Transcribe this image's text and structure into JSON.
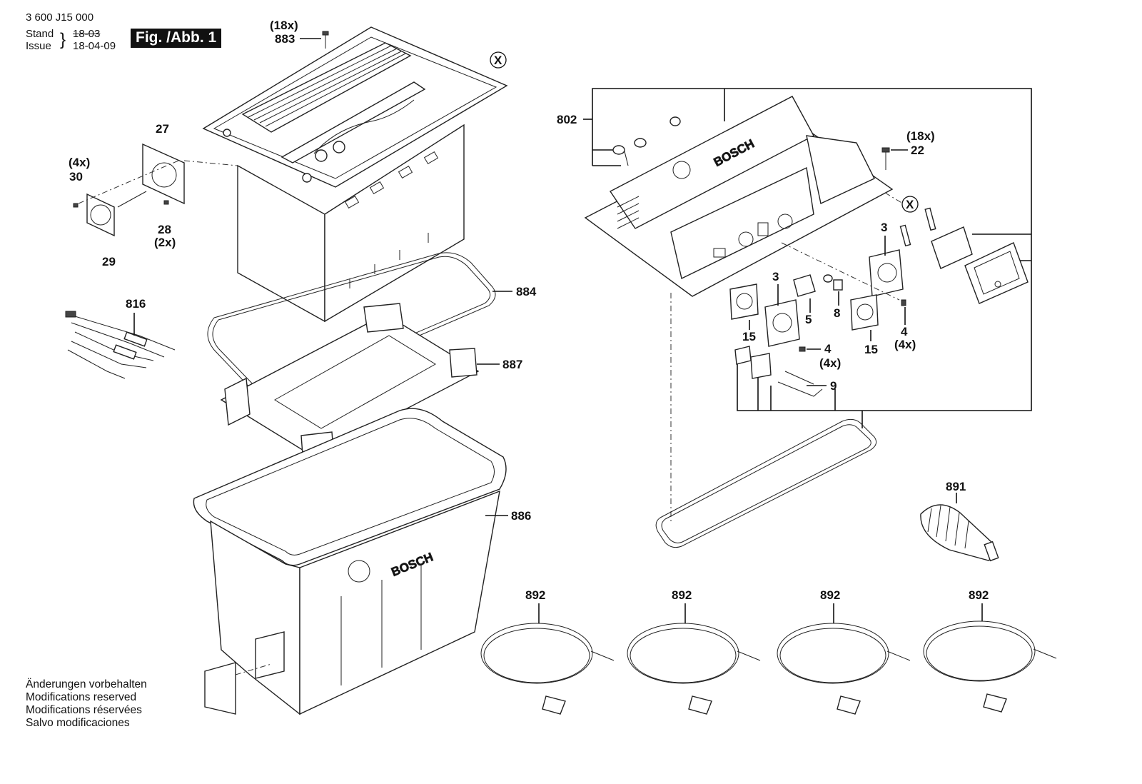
{
  "header": {
    "doc_number": "3 600 J15 000",
    "stand_label": "Stand",
    "issue_label": "Issue",
    "stand_value": "18-03",
    "issue_value": "18-04-09",
    "figure_label": "Fig. /Abb. 1"
  },
  "modifications": [
    "Änderungen vorbehalten",
    "Modifications reserved",
    "Modifications réservées",
    "Salvo modificaciones"
  ],
  "callouts": {
    "p883": "883",
    "p883q": "(18x)",
    "px1": "X",
    "px2": "X",
    "p27": "27",
    "p30": "30",
    "p30q": "(4x)",
    "p28": "28",
    "p28q": "(2x)",
    "p29": "29",
    "p816": "816",
    "p884": "884",
    "p887": "887",
    "p886": "886",
    "p802": "802",
    "p22": "22",
    "p22q": "(18x)",
    "p3a": "3",
    "p3b": "3",
    "p5": "5",
    "p8": "8",
    "p15a": "15",
    "p15b": "15",
    "p4a": "4",
    "p4aq": "(4x)",
    "p4b": "4",
    "p4bq": "(4x)",
    "p9": "9",
    "p891": "891",
    "p892a": "892",
    "p892b": "892",
    "p892c": "892",
    "p892d": "892"
  },
  "brand_marks": [
    "BOSCH",
    "BOSCH"
  ],
  "colors": {
    "ink": "#111111",
    "paper": "#ffffff"
  }
}
